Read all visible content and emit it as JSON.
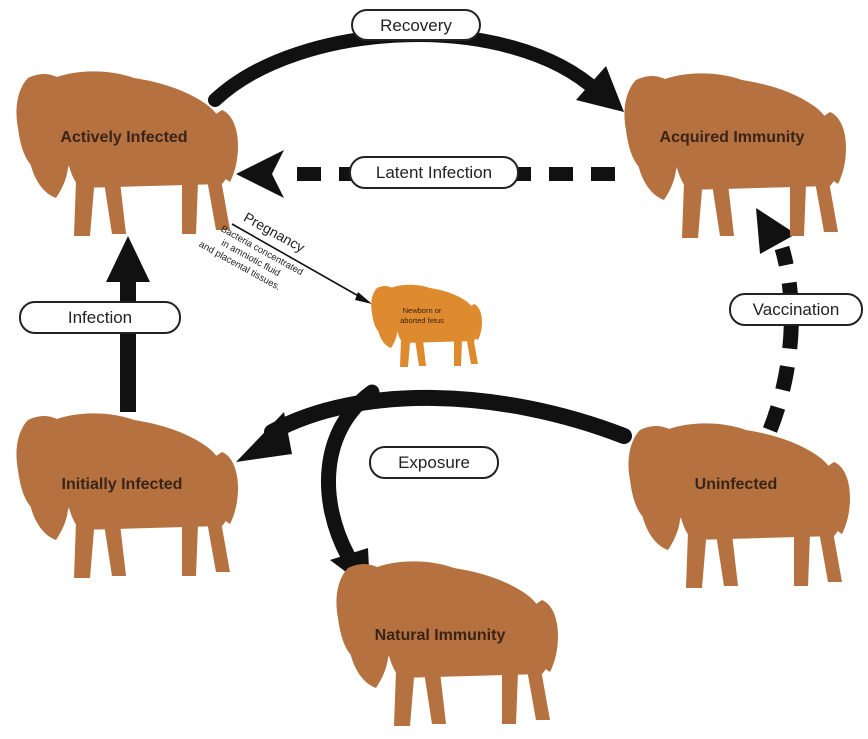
{
  "colors": {
    "bison": "#b5713f",
    "fetus": "#de8a2f",
    "arrow": "#111111",
    "pill_fill": "#ffffff",
    "pill_stroke": "#222222"
  },
  "nodes": {
    "actively_infected": "Actively Infected",
    "acquired_immunity": "Acquired Immunity",
    "initially_infected": "Initially Infected",
    "uninfected": "Uninfected",
    "natural_immunity": "Natural Immunity"
  },
  "transitions": {
    "recovery": "Recovery",
    "latent_infection": "Latent Infection",
    "infection": "Infection",
    "vaccination": "Vaccination",
    "exposure": "Exposure"
  },
  "pregnancy": {
    "title": "Pregnancy",
    "line1": "Bacteria concentrated",
    "line2": "in amniotic fluid",
    "line3": "and placental tissues.",
    "fetus_line1": "Newborn or",
    "fetus_line2": "aborted fetus"
  }
}
